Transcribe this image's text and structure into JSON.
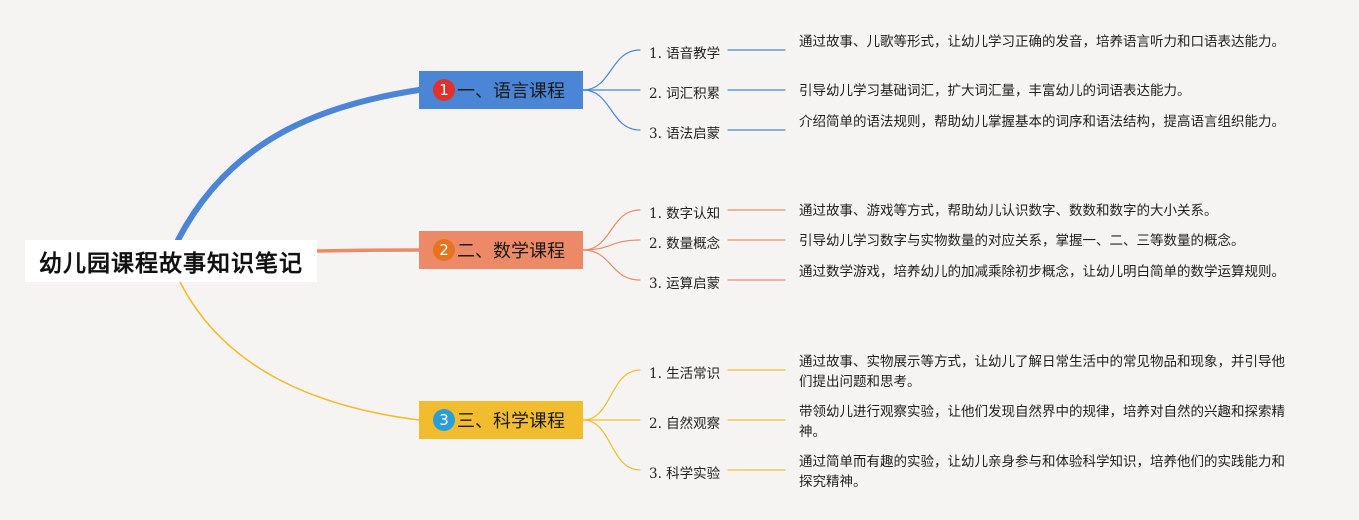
{
  "title": "幼儿园课程故事知识笔记",
  "branches": [
    {
      "num": "1",
      "label": "一、语言课程",
      "color": "#4a85d6",
      "badge_color": "#e0312b",
      "leaves": [
        {
          "name": "1. 语音教学",
          "desc": "通过故事、儿歌等形式，让幼儿学习正确的发音，培养语言听力和口语表达能力。"
        },
        {
          "name": "2. 词汇积累",
          "desc": "引导幼儿学习基础词汇，扩大词汇量，丰富幼儿的词语表达能力。"
        },
        {
          "name": "3. 语法启蒙",
          "desc": "介绍简单的语法规则，帮助幼儿掌握基本的词序和语法结构，提高语言组织能力。"
        }
      ]
    },
    {
      "num": "2",
      "label": "二、数学课程",
      "color": "#ec8a67",
      "badge_color": "#e8731f",
      "leaves": [
        {
          "name": "1. 数字认知",
          "desc": "通过故事、游戏等方式，帮助幼儿认识数字、数数和数字的大小关系。"
        },
        {
          "name": "2. 数量概念",
          "desc": "引导幼儿学习数字与实物数量的对应关系，掌握一、二、三等数量的概念。"
        },
        {
          "name": "3. 运算启蒙",
          "desc": "通过数学游戏，培养幼儿的加减乘除初步概念，让幼儿明白简单的数学运算规则。"
        }
      ]
    },
    {
      "num": "3",
      "label": "三、科学课程",
      "color": "#f1bd2f",
      "badge_color": "#2a9ed9",
      "leaves": [
        {
          "name": "1. 生活常识",
          "desc": "通过故事、实物展示等方式，让幼儿了解日常生活中的常见物品和现象，并引导他们提出问题和思考。"
        },
        {
          "name": "2. 自然观察",
          "desc": "带领幼儿进行观察实验，让他们发现自然界中的规律，培养对自然的兴趣和探索精神。"
        },
        {
          "name": "3. 科学实验",
          "desc": "通过简单而有趣的实验，让幼儿亲身参与和体验科学知识，培养他们的实践能力和探究精神。"
        }
      ]
    }
  ]
}
